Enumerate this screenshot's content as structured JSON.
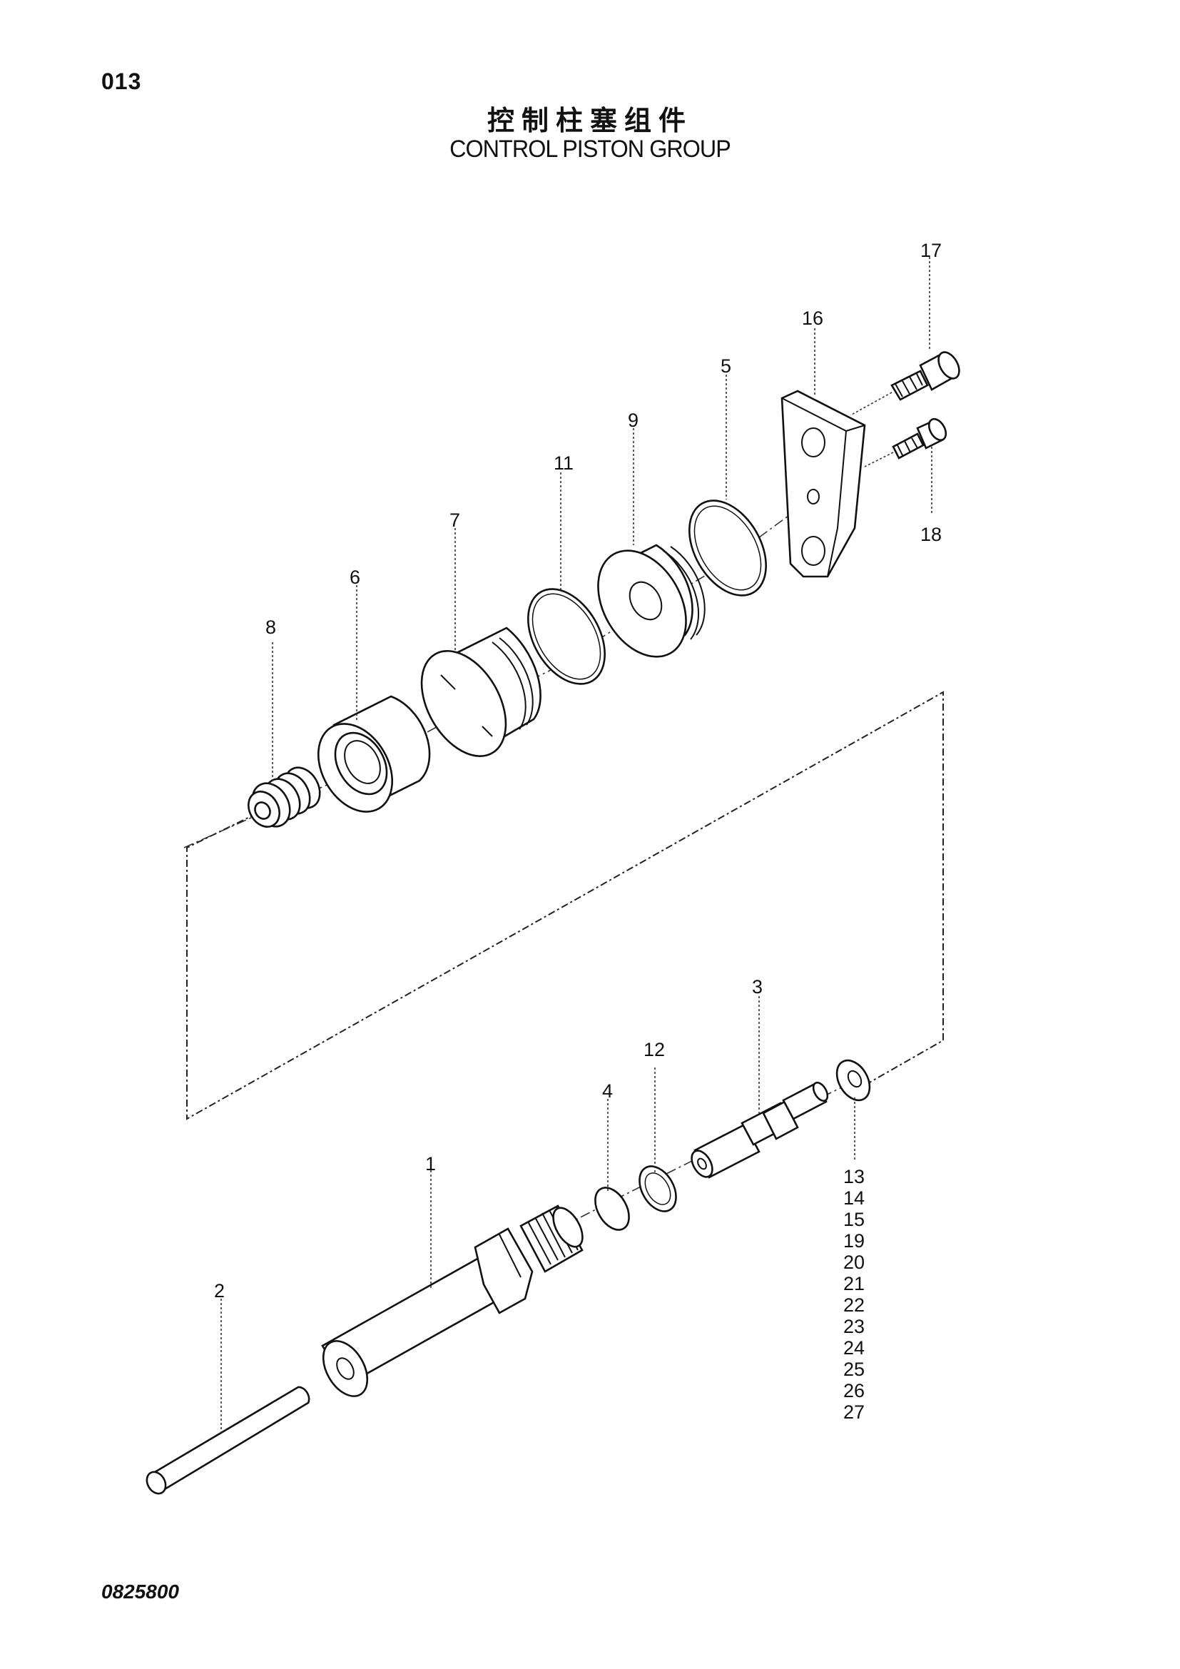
{
  "page_code": "013",
  "title_cn": "控制柱塞组件",
  "title_en": "CONTROL PISTON GROUP",
  "doc_number": "0825800",
  "callouts": {
    "c1": "1",
    "c2": "2",
    "c3": "3",
    "c4": "4",
    "c5": "5",
    "c6": "6",
    "c7": "7",
    "c8": "8",
    "c9": "9",
    "c11": "11",
    "c12": "12",
    "c16": "16",
    "c17": "17",
    "c18": "18"
  },
  "washer_callouts": [
    "13",
    "14",
    "15",
    "19",
    "20",
    "21",
    "22",
    "23",
    "24",
    "25",
    "26",
    "27"
  ]
}
